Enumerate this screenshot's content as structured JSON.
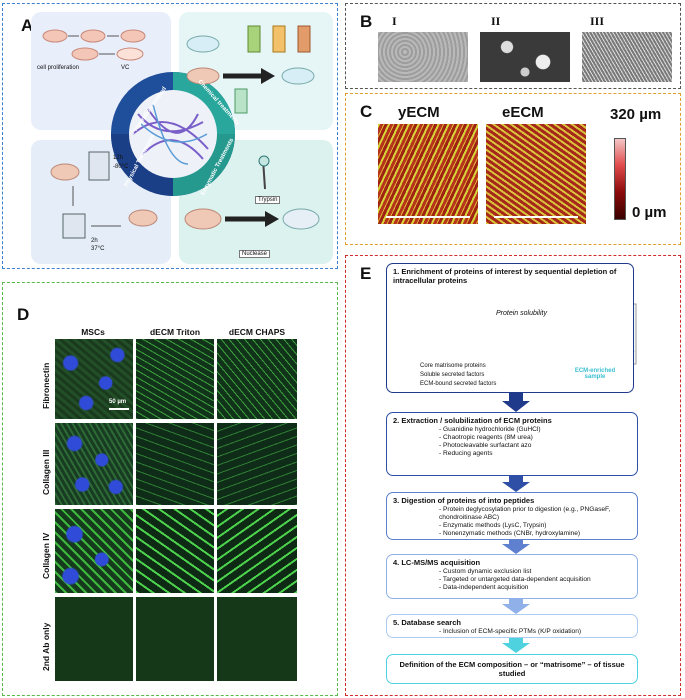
{
  "panel_labels": {
    "A": "A",
    "B": "B",
    "C": "C",
    "D": "D",
    "E": "E"
  },
  "panel_a": {
    "cell_proliferation": "cell proliferation",
    "vc": "VC",
    "preparation_method": "Preparation method",
    "chemical_treatments": "Chemical treatments",
    "physical_treatments": "Physical Treatments",
    "enzymatic_treatments": "Enzymatic Treatments",
    "time_12h": "12h",
    "temp_minus80": "-80°C",
    "time_2h": "2h",
    "temp_37": "37°C",
    "trypsin": "Trypsin",
    "nuclease": "Nuclease"
  },
  "panel_b": {
    "I": "I",
    "II": "II",
    "III": "III"
  },
  "panel_c": {
    "yecm": "yECM",
    "eecm": "eECM",
    "scale_max": "320 µm",
    "scale_min": "0 µm"
  },
  "panel_d": {
    "columns": [
      "MSCs",
      "dECM Triton",
      "dECM CHAPS"
    ],
    "rows": [
      "Fibronectin",
      "Collagen III",
      "Collagen IV",
      "2nd Ab only"
    ],
    "scale_bar": "50 µm"
  },
  "panel_e": {
    "protein_solubility": "Protein solubility",
    "legend": [
      "Core matrisome proteins",
      "Soluble secreted factors",
      "ECM-bound secreted factors"
    ],
    "ecm_sample": "ECM-enriched sample",
    "steps": [
      {
        "title": "1. Enrichment of proteins of interest by sequential depletion of intracellular proteins",
        "items": []
      },
      {
        "title": "2. Extraction / solubilization of ECM proteins",
        "items": [
          "Guanidine hydrochloride (GuHCl)",
          "Chaotropic reagents (8M urea)",
          "Photocleavable surfactant azo",
          "Reducing agents"
        ]
      },
      {
        "title": "3. Digestion of proteins of into peptides",
        "items": [
          "Protein deglycosylation prior to digestion (e.g., PNGaseF, chondroitinase ABC)",
          "Enzymatic methods (LysC, Trypsin)",
          "Nonenzymatic methods (CNBr, hydroxylamine)"
        ]
      },
      {
        "title": "4. LC-MS/MS acquisition",
        "items": [
          "Custom dynamic exclusion list",
          "Targeted or untargeted data-dependent acquisition",
          "Data-independent acquisition"
        ]
      },
      {
        "title": "5. Database search",
        "items": [
          "Inclusion of ECM-specific PTMs (K/P oxidation)"
        ]
      },
      {
        "title": "Definition of the ECM composition – or “matrisome” – of tissue studied",
        "items": []
      }
    ]
  },
  "colors": {
    "blue_dash": "#3a7fd0",
    "grey_dash": "#555555",
    "orange_dash": "#e0a030",
    "green_dash": "#59b84a",
    "red_dash": "#d02c2c",
    "navy": "#1f3a8a",
    "cyan": "#4fd2e0"
  }
}
